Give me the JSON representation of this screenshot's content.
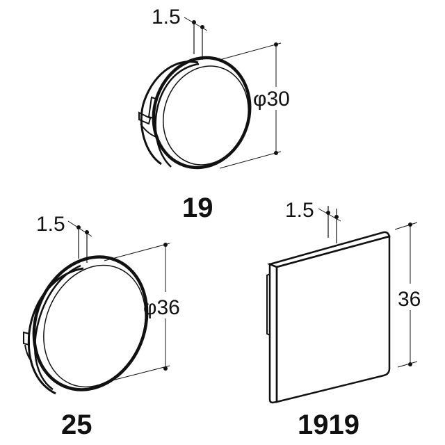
{
  "diagram": {
    "type": "technical-product-drawing",
    "background": "#ffffff",
    "line_color": "#111111",
    "parts": [
      {
        "model": "19",
        "shape": "round cap",
        "thickness_label": "1.5",
        "diameter_label": "φ30"
      },
      {
        "model": "25",
        "shape": "round cap",
        "thickness_label": "1.5",
        "diameter_label": "φ36"
      },
      {
        "model": "1919",
        "shape": "square cap",
        "thickness_label": "1.5",
        "height_label": "36"
      }
    ]
  }
}
